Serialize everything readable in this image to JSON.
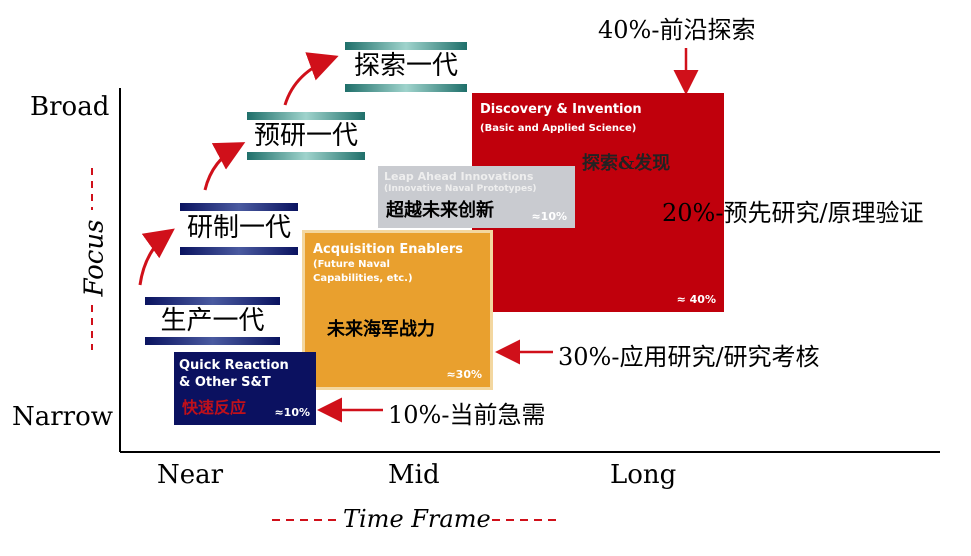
{
  "axes": {
    "y_title": "Focus",
    "y_top": "Broad",
    "y_bottom": "Narrow",
    "x_title": "Time Frame",
    "x_ticks": [
      "Near",
      "Mid",
      "Long"
    ]
  },
  "generations": [
    "生产一代",
    "研制一代",
    "预研一代",
    "探索一代"
  ],
  "boxes": {
    "quick": {
      "title": "Quick Reaction",
      "title2": "& Other S&T",
      "cn": "快速反应",
      "pct": "≈10%"
    },
    "acq": {
      "title": "Acquisition Enablers",
      "sub": "(Future Naval Capabilities, etc.)",
      "cn": "未来海军战力",
      "pct": "≈30%"
    },
    "leap": {
      "title": "Leap Ahead Innovations",
      "sub": "(Innovative Naval Prototypes)",
      "cn": "超越未来创新",
      "pct": "≈10%"
    },
    "disc": {
      "title": "Discovery & Invention",
      "sub": "(Basic and Applied Science)",
      "cn": "探索&发现",
      "pct": "≈ 40%"
    }
  },
  "notes": [
    "40%-前沿探索",
    "20%-预先研究/原理验证",
    "30%-应用研究/研究考核",
    "10%-当前急需"
  ],
  "colors": {
    "navy": "#0b1160",
    "orange": "#e9a02e",
    "grey": "#c9cbd0",
    "red": "#c0000c",
    "arrow": "#d0101a"
  }
}
